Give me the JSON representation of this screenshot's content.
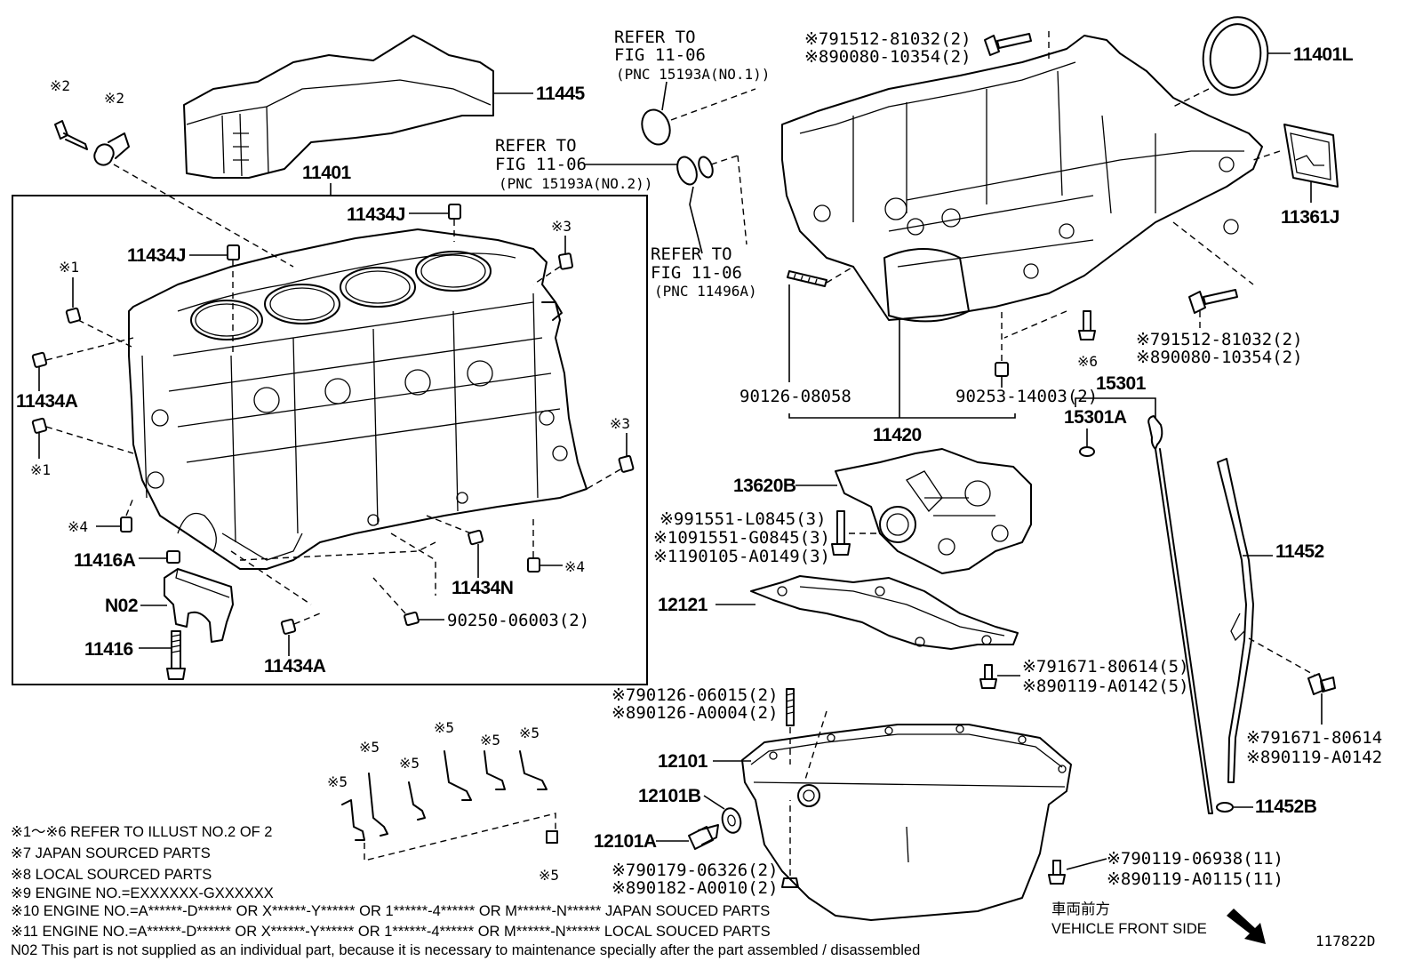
{
  "diagram_id": "117822D",
  "labels": {
    "p11445": "11445",
    "p11401": "11401",
    "p11434j_a": "11434J",
    "p11434j_b": "11434J",
    "p11434a_a": "11434A",
    "p11434a_b": "11434A",
    "p11434n": "11434N",
    "p11416a": "11416A",
    "n02": "N02",
    "p11416": "11416",
    "p90250": "90250-06003(2)",
    "p11401l": "11401L",
    "p11361j": "11361J",
    "p90126_08058": "90126-08058",
    "p90253": "90253-14003(2)",
    "p11420": "11420",
    "p15301": "15301",
    "p15301a": "15301A",
    "p13620b": "13620B",
    "p12121": "12121",
    "p11452": "11452",
    "p11452b": "11452B",
    "p12101": "12101",
    "p12101b": "12101B",
    "p12101a": "12101A",
    "mark1a": "※1",
    "mark1b": "※1",
    "mark2a": "※2",
    "mark2b": "※2",
    "mark3a": "※3",
    "mark3b": "※3",
    "mark4a": "※4",
    "mark4b": "※4",
    "mark5a": "※5",
    "mark5b": "※5",
    "mark5c": "※5",
    "mark5d": "※5",
    "mark5e": "※5",
    "mark5f": "※5",
    "mark5g": "※5",
    "mark6": "※6"
  },
  "refer": {
    "a1": "REFER TO",
    "a2": "FIG 11-06",
    "a3": "(PNC 15193A(NO.1))",
    "b1": "REFER TO",
    "b2": "FIG 11-06",
    "b3": "(PNC 15193A(NO.2))",
    "c1": "REFER TO",
    "c2": "FIG 11-06",
    "c3": "(PNC 11496A)"
  },
  "bolt_refs": {
    "top_a": "※791512-81032(2)",
    "top_b": "※890080-10354(2)",
    "right_a": "※791512-81032(2)",
    "right_b": "※890080-10354(2)",
    "pump_a": "※991551-L0845(3)",
    "pump_b": "※1091551-G0845(3)",
    "pump_c": "※1190105-A0149(3)",
    "baffle_a": "※791671-80614(5)",
    "baffle_b": "※890119-A0142(5)",
    "stud_a": "※790126-06015(2)",
    "stud_b": "※890126-A0004(2)",
    "guide_a": "※791671-80614",
    "guide_b": "※890119-A0142",
    "drain_a": "※790179-06326(2)",
    "drain_b": "※890182-A0010(2)",
    "pan_a": "※790119-06938(11)",
    "pan_b": "※890119-A0115(11)"
  },
  "notes": [
    "※1～※6 REFER TO ILLUST NO.2 OF 2",
    "※7 JAPAN SOURCED PARTS",
    "※8 LOCAL SOURCED PARTS",
    "※9 ENGINE NO.=EXXXXXX-GXXXXXX",
    "※10 ENGINE NO.=A******-D****** OR X******-Y****** OR 1******-4****** OR M******-N****** JAPAN SOUCED PARTS",
    "※11 ENGINE NO.=A******-D****** OR X******-Y****** OR 1******-4****** OR M******-N****** LOCAL SOUCED PARTS",
    "N02  This part is not supplied as an individual part, because it is necessary to maintenance specially after the part assembled / disassembled"
  ],
  "direction": {
    "jp": "車両前方",
    "en": "VEHICLE FRONT SIDE"
  }
}
